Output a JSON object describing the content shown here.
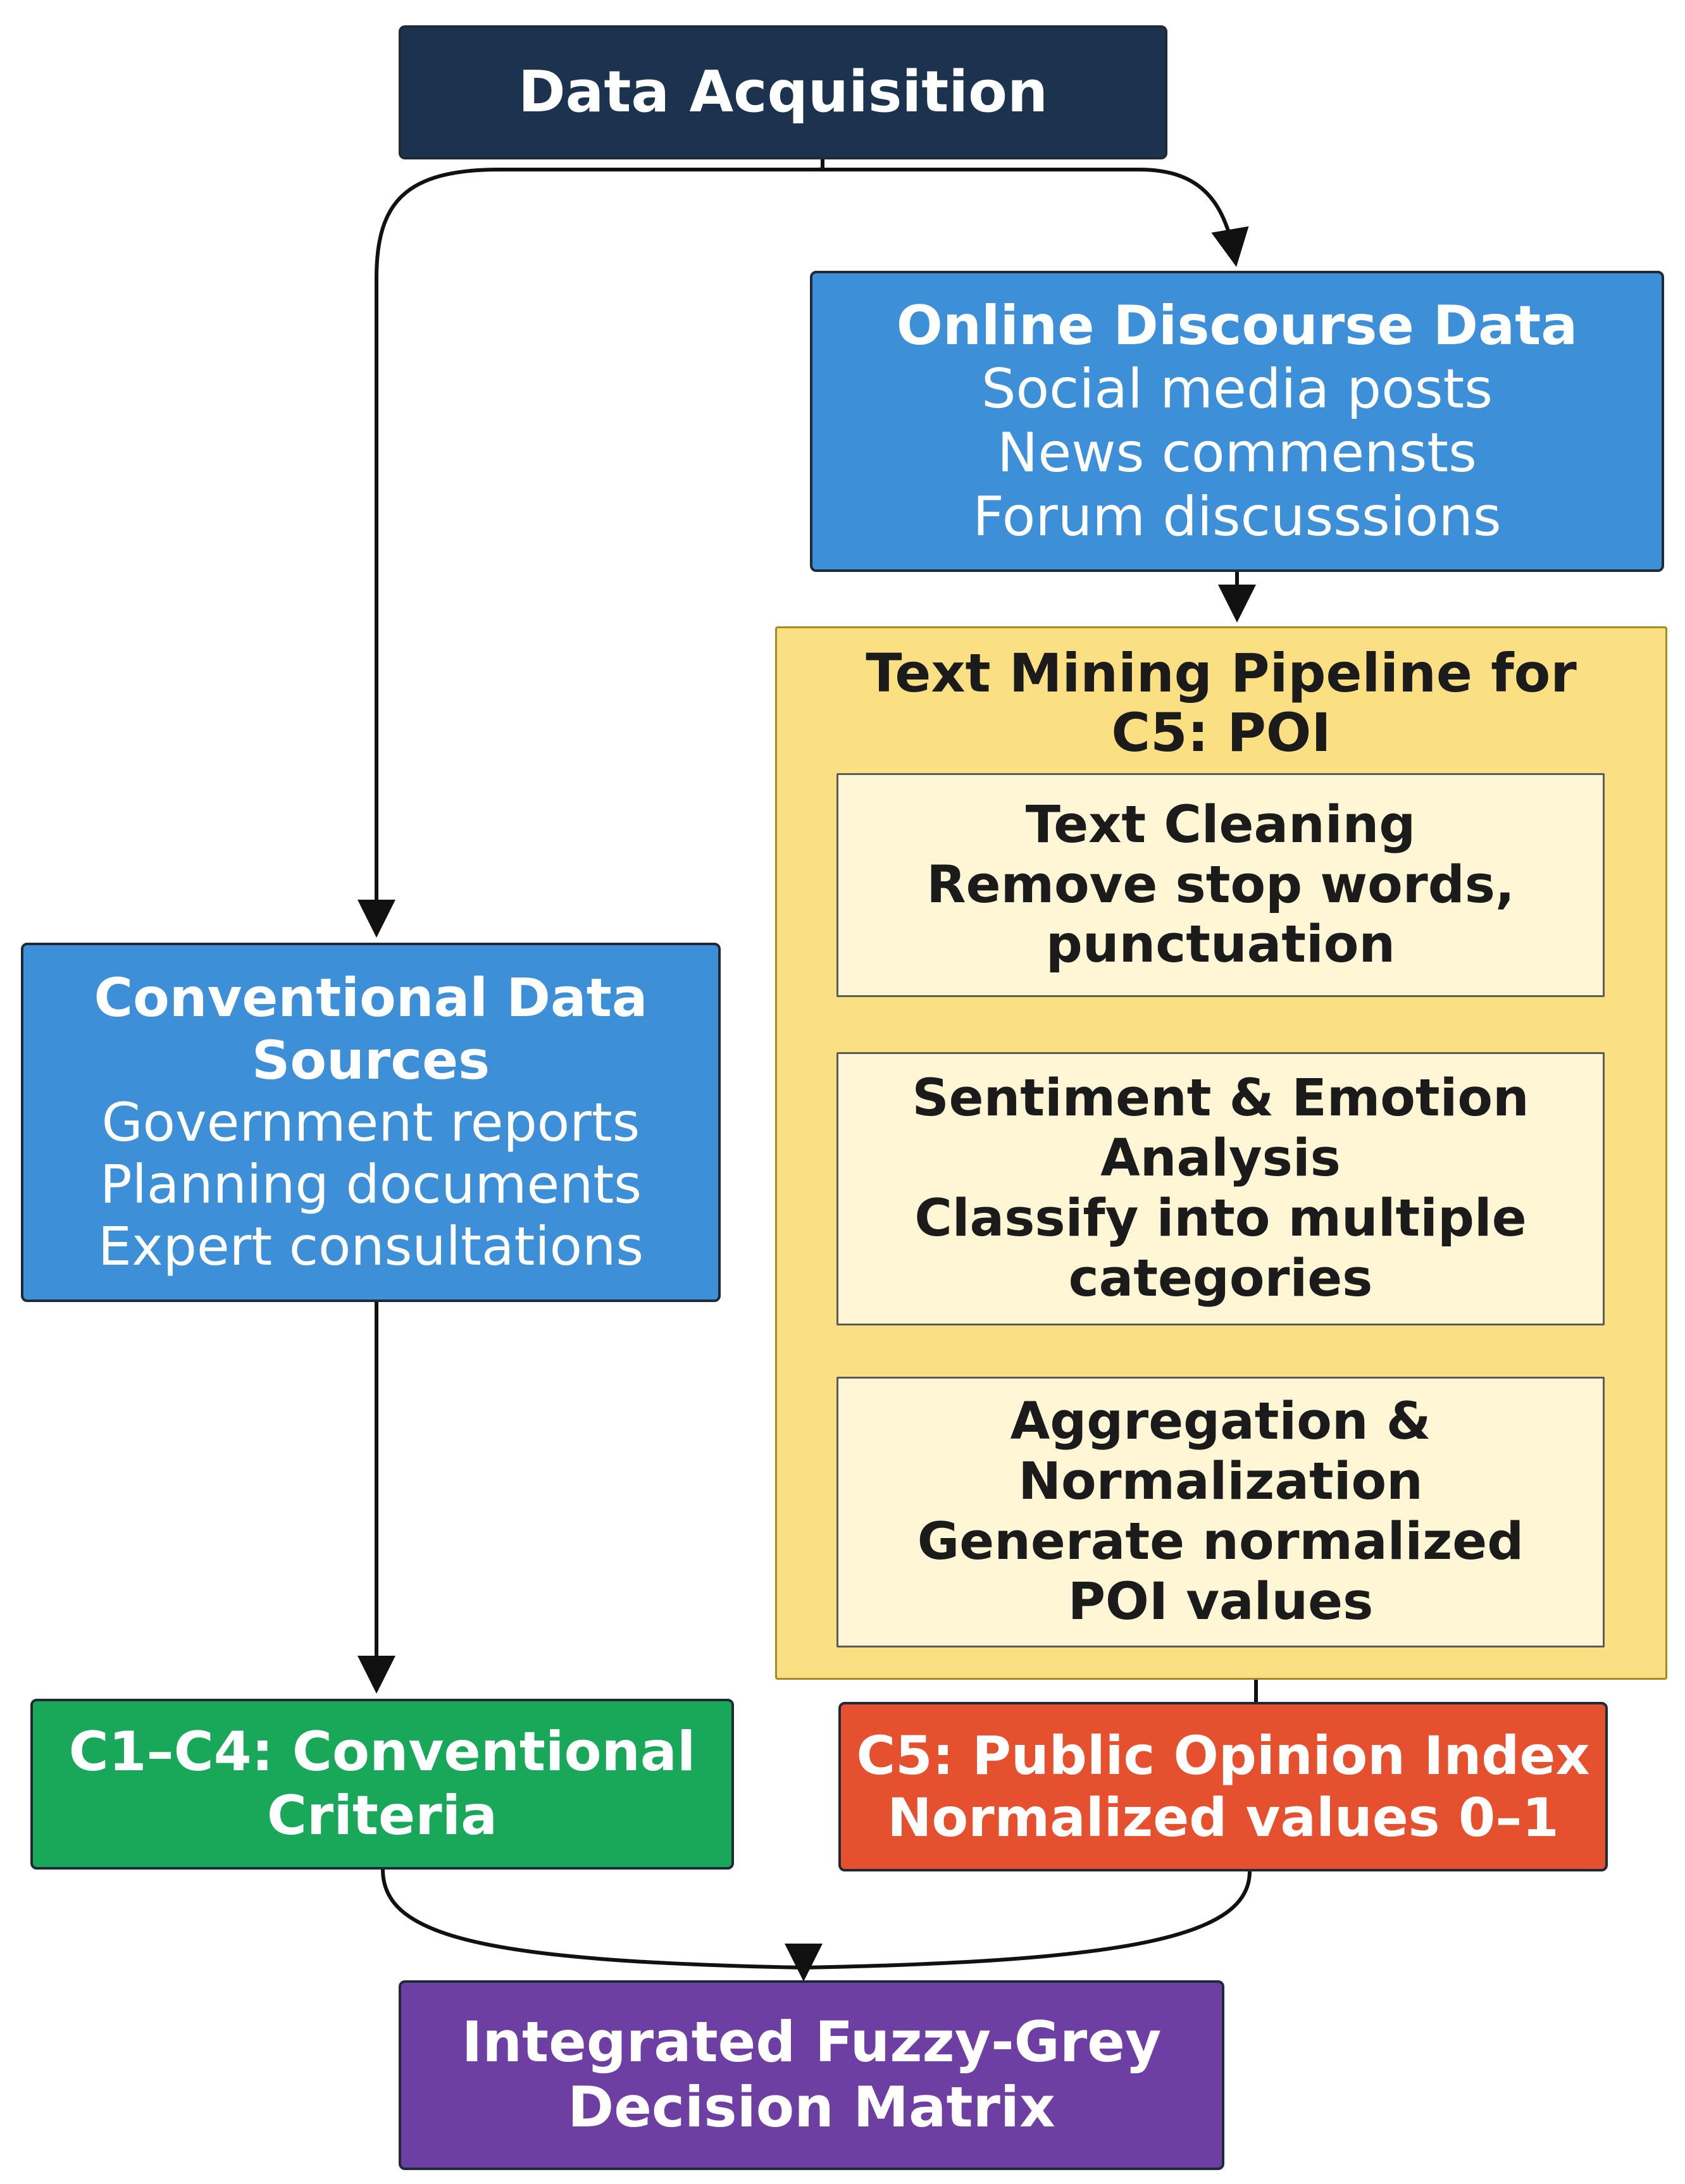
{
  "nodes": {
    "acquisition": {
      "title": "Data Acquisition",
      "color": "#1c3350"
    },
    "online": {
      "title": "Online Discourse Data",
      "items": [
        "Social media posts",
        "News commensts",
        "Forum discusssions"
      ],
      "color": "#3d8fd8"
    },
    "pipeline": {
      "title_lines": [
        "Text Mining Pipeline for",
        "C5: POI"
      ],
      "color": "#fbe083",
      "steps": [
        {
          "lines": [
            "Text Cleaning",
            "Remove stop words,",
            "punctuation"
          ]
        },
        {
          "lines": [
            "Sentiment & Emotion",
            "Analysis",
            "Classify into multiple",
            "categories"
          ]
        },
        {
          "lines": [
            "Aggregation &",
            "Normalization",
            "Generate normalized",
            "POI values"
          ]
        }
      ]
    },
    "conventional": {
      "title_lines": [
        "Conventional Data",
        "Sources"
      ],
      "items": [
        "Government reports",
        "Planning documents",
        "Expert consultations"
      ],
      "color": "#3d8fd8"
    },
    "c1c4": {
      "lines": [
        "C1–C4: Conventional",
        "Criteria"
      ],
      "color": "#19a85a"
    },
    "c5": {
      "lines": [
        "C5: Public Opinion Index",
        "Normalized values 0–1"
      ],
      "color": "#e5512f"
    },
    "matrix": {
      "lines": [
        "Integrated Fuzzy-Grey",
        "Decision Matrix"
      ],
      "color": "#6e3fa3"
    }
  }
}
